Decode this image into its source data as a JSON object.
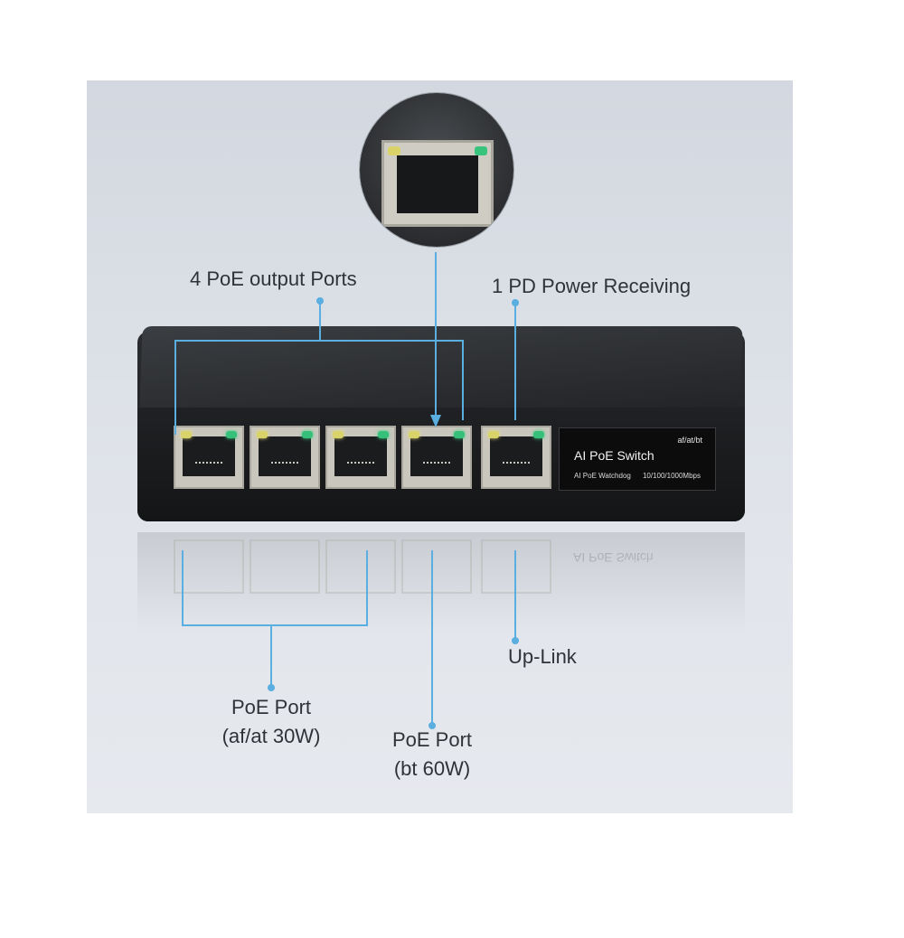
{
  "labels": {
    "poe_output_ports": "4 PoE output Ports",
    "pd_power_receiving": "1 PD Power Receiving",
    "uplink": "Up-Link",
    "poe_port_af_at": "PoE Port",
    "poe_port_af_at_detail": "(af/at 30W)",
    "poe_port_bt": "PoE Port",
    "poe_port_bt_detail": "(bt 60W)"
  },
  "nameplate": {
    "standard": "af/at/bt",
    "title": "AI PoE Switch",
    "feature": "AI PoE Watchdog",
    "speed": "10/100/1000Mbps"
  },
  "colors": {
    "callout_line": "#5aaee0",
    "background": "#d9dde4",
    "switch_body": "#1d1e20"
  }
}
